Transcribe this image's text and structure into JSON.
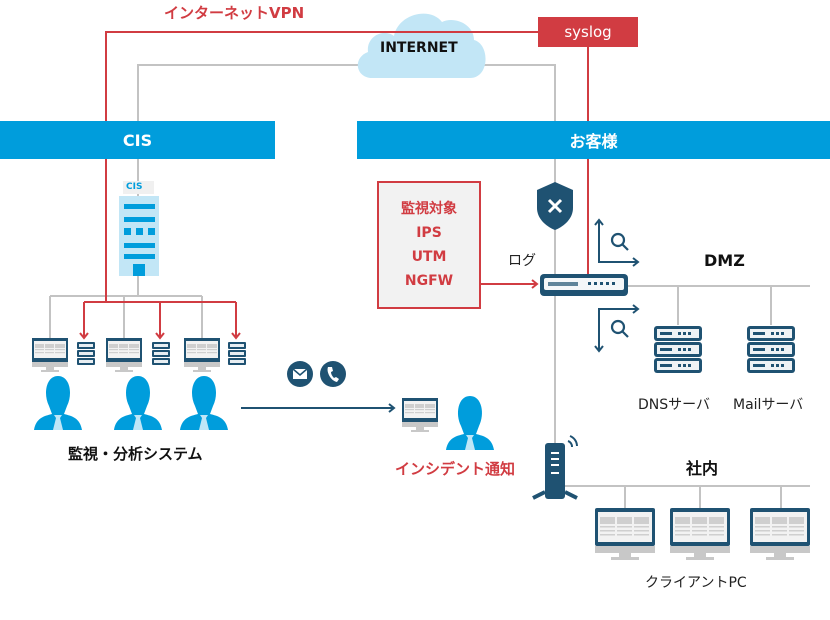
{
  "header": {
    "vpn_label": "インターネットVPN",
    "internet_label": "INTERNET",
    "syslog_label": "syslog"
  },
  "bands": {
    "cis": "CIS",
    "customer": "お客様"
  },
  "cis": {
    "building_sign": "CIS",
    "system_label": "監視・分析システム"
  },
  "monitoring_target": {
    "lines": [
      "監視対象",
      "IPS",
      "UTM",
      "NGFW"
    ]
  },
  "log_label": "ログ",
  "incident": {
    "label": "インシデント通知",
    "channels": [
      "mail-icon",
      "phone-icon"
    ]
  },
  "dmz": {
    "title": "DMZ",
    "servers": [
      "DNSサーバ",
      "Mailサーバ"
    ]
  },
  "internal": {
    "title": "社内",
    "clients_label": "クライアントPC"
  },
  "colors": {
    "accent_blue": "#009ddc",
    "navy": "#1f5272",
    "red": "#d13c42",
    "gray_line": "#c3c3c3",
    "cloud": "#c2e6f6"
  }
}
